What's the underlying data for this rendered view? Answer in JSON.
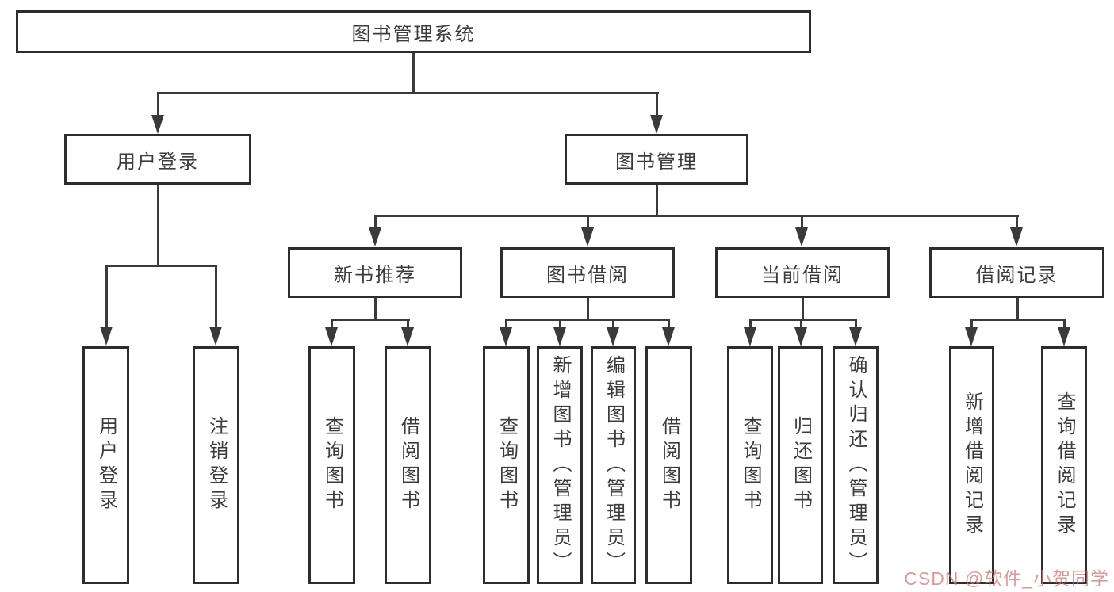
{
  "diagram_title": "图书管理系统",
  "tree": {
    "root": {
      "label": "图书管理系统",
      "children": [
        {
          "label": "用户登录",
          "children": [
            {
              "label": "用户登录"
            },
            {
              "label": "注销登录"
            }
          ]
        },
        {
          "label": "图书管理",
          "children": [
            {
              "label": "新书推荐",
              "children": [
                {
                  "label": "查询图书"
                },
                {
                  "label": "借阅图书"
                }
              ]
            },
            {
              "label": "图书借阅",
              "children": [
                {
                  "label": "查询图书"
                },
                {
                  "label": "新增图书（管理员）"
                },
                {
                  "label": "编辑图书（管理员）"
                },
                {
                  "label": "借阅图书"
                }
              ]
            },
            {
              "label": "当前借阅",
              "children": [
                {
                  "label": "查询图书"
                },
                {
                  "label": "归还图书"
                },
                {
                  "label": "确认归还（管理员）"
                }
              ]
            },
            {
              "label": "借阅记录",
              "children": [
                {
                  "label": "新增借阅记录"
                },
                {
                  "label": "查询借阅记录"
                }
              ]
            }
          ]
        }
      ]
    }
  },
  "colors": {
    "box_border": "#2d2d2d",
    "line": "#3a3a3a",
    "text": "#3c3c3c"
  },
  "watermark": {
    "text": "CSDN @软件_小贺同学",
    "color": "#c87b7b"
  }
}
